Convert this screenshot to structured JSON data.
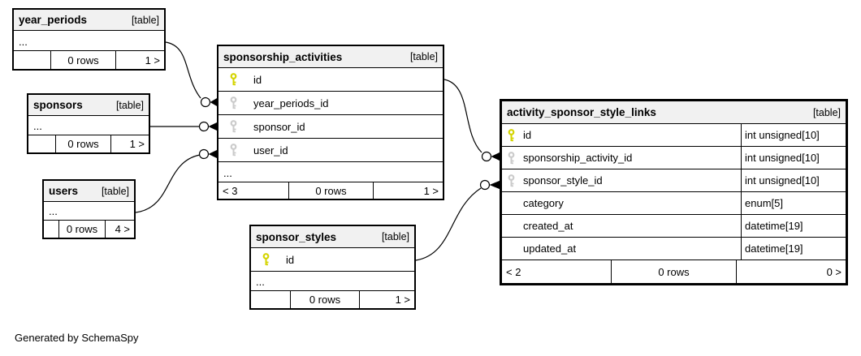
{
  "app": {
    "footer_note": "Generated by SchemaSpy"
  },
  "colors": {
    "primary_key": "#d4d400",
    "foreign_key": "#cbcbcb",
    "header_bg": "#f1f1f1",
    "border": "#000000"
  },
  "tables": [
    {
      "name": "year_periods",
      "tag": "[table]",
      "ellipsis": "...",
      "footer": {
        "left": "",
        "rows": "0 rows",
        "right": "1 >"
      }
    },
    {
      "name": "sponsors",
      "tag": "[table]",
      "ellipsis": "...",
      "footer": {
        "left": "",
        "rows": "0 rows",
        "right": "1 >"
      }
    },
    {
      "name": "users",
      "tag": "[table]",
      "ellipsis": "...",
      "footer": {
        "left": "",
        "rows": "0 rows",
        "right": "4 >"
      }
    },
    {
      "name": "sponsorship_activities",
      "tag": "[table]",
      "ellipsis": "...",
      "columns": [
        {
          "name": "id",
          "key": "primary"
        },
        {
          "name": "year_periods_id",
          "key": "foreign"
        },
        {
          "name": "sponsor_id",
          "key": "foreign"
        },
        {
          "name": "user_id",
          "key": "foreign"
        }
      ],
      "footer": {
        "left": "< 3",
        "rows": "0 rows",
        "right": "1 >"
      }
    },
    {
      "name": "sponsor_styles",
      "tag": "[table]",
      "ellipsis": "...",
      "columns": [
        {
          "name": "id",
          "key": "primary"
        }
      ],
      "footer": {
        "left": "",
        "rows": "0 rows",
        "right": "1 >"
      }
    },
    {
      "name": "activity_sponsor_style_links",
      "tag": "[table]",
      "columns": [
        {
          "name": "id",
          "key": "primary",
          "type": "int unsigned[10]"
        },
        {
          "name": "sponsorship_activity_id",
          "key": "foreign",
          "type": "int unsigned[10]"
        },
        {
          "name": "sponsor_style_id",
          "key": "foreign",
          "type": "int unsigned[10]"
        },
        {
          "name": "category",
          "key": "none",
          "type": "enum[5]"
        },
        {
          "name": "created_at",
          "key": "none",
          "type": "datetime[19]"
        },
        {
          "name": "updated_at",
          "key": "none",
          "type": "datetime[19]"
        }
      ],
      "footer": {
        "left": "< 2",
        "rows": "0 rows",
        "right": "0 >"
      }
    }
  ],
  "relationships": [
    {
      "from": "year_periods",
      "to": "sponsorship_activities.year_periods_id"
    },
    {
      "from": "sponsors",
      "to": "sponsorship_activities.sponsor_id"
    },
    {
      "from": "users",
      "to": "sponsorship_activities.user_id"
    },
    {
      "from": "sponsorship_activities.id",
      "to": "activity_sponsor_style_links.sponsorship_activity_id"
    },
    {
      "from": "sponsor_styles.id",
      "to": "activity_sponsor_style_links.sponsor_style_id"
    }
  ]
}
